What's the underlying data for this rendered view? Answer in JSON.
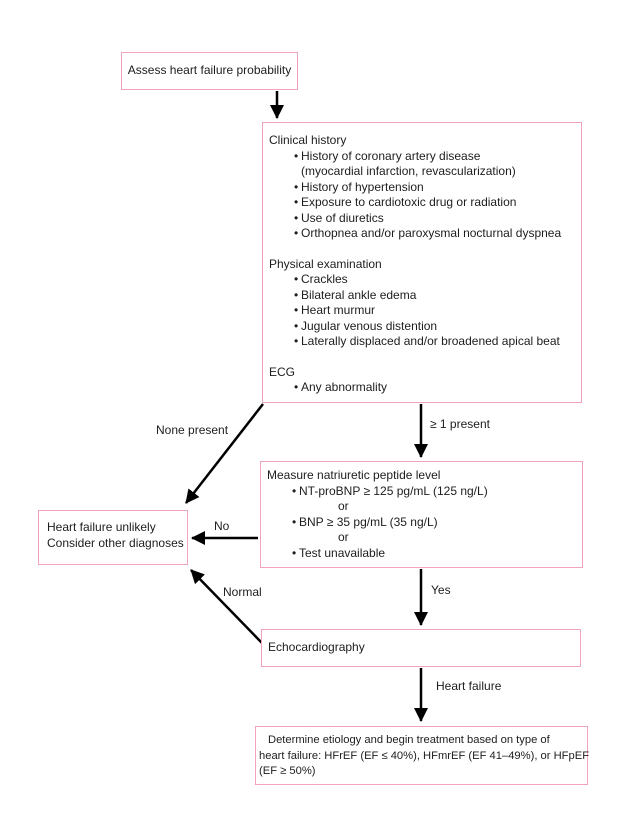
{
  "canvas": {
    "colors": {
      "border": "#f1a2c0",
      "text": "#1d1d1f",
      "arrow": "#000000",
      "bg": "#ffffff"
    }
  },
  "nodes": {
    "assess": {
      "label": "Assess heart failure probability"
    },
    "clinical": {
      "clinical_history_heading": "Clinical history",
      "clinical_history_items": [
        "History of coronary artery disease",
        "(myocardial infarction, revascularization)",
        "History of hypertension",
        "Exposure to cardiotoxic drug or radiation",
        "Use of diuretics",
        "Orthopnea and/or paroxysmal nocturnal dyspnea"
      ],
      "physical_exam_heading": "Physical examination",
      "physical_exam_items": [
        "Crackles",
        "Bilateral ankle edema",
        "Heart murmur",
        "Jugular venous distention",
        "Laterally displaced and/or broadened apical beat"
      ],
      "ecg_heading": "ECG",
      "ecg_items": [
        "Any abnormality"
      ]
    },
    "measure": {
      "heading": "Measure natriuretic peptide level",
      "option1": "NT-proBNP ≥ 125 pg/mL (125 ng/L)",
      "or1": "or",
      "option2": "BNP ≥ 35 pg/mL (35 ng/L)",
      "or2": "or",
      "option3": "Test unavailable"
    },
    "unlikely": {
      "line1": "Heart failure unlikely",
      "line2": "Consider other diagnoses"
    },
    "echo": {
      "label": "Echocardiography"
    },
    "final": {
      "lines": [
        "Determine etiology and begin treatment based on type of",
        "heart failure: HFrEF (EF ≤ 40%), HFmrEF (EF 41–49%), or HFpEF",
        "(EF ≥ 50%)"
      ]
    }
  },
  "edge_labels": {
    "none_present": "None present",
    "ge_1_present": "≥ 1 present",
    "no": "No",
    "yes": "Yes",
    "normal": "Normal",
    "heart_failure": "Heart failure"
  }
}
